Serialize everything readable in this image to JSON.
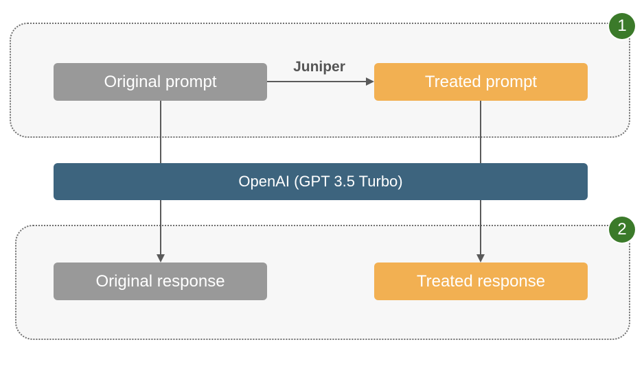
{
  "regions": [
    {
      "badge": "1"
    },
    {
      "badge": "2"
    }
  ],
  "nodes": {
    "original_prompt": "Original prompt",
    "treated_prompt": "Treated prompt",
    "model": "OpenAI (GPT 3.5 Turbo)",
    "original_response": "Original response",
    "treated_response": "Treated response"
  },
  "edges": {
    "transform_label": "Juniper"
  },
  "colors": {
    "original": "#999999",
    "treated": "#f2b052",
    "model": "#3d647e",
    "badge": "#3b7a2a",
    "connector": "#5a5a5a"
  }
}
